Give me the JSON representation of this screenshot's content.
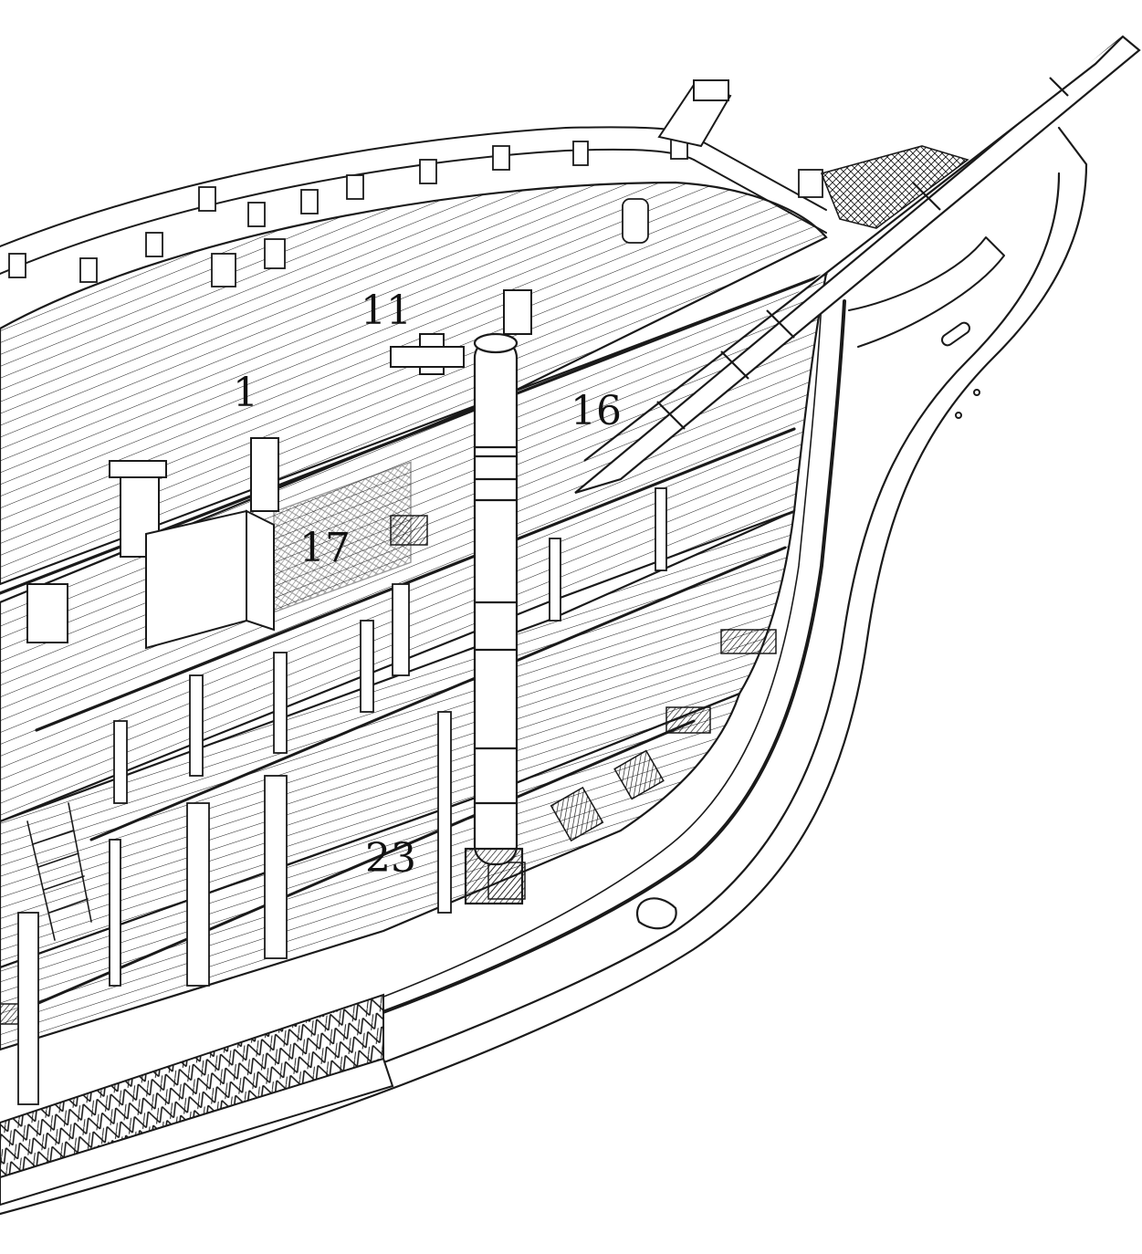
{
  "colors": {
    "ink": "#1a1a1a",
    "paper": "#ffffff",
    "hatch_dark": "#2a2a2a"
  },
  "callouts": {
    "label_11": "11",
    "label_1": "1",
    "label_16": "16",
    "label_17": "17",
    "label_23": "23"
  }
}
